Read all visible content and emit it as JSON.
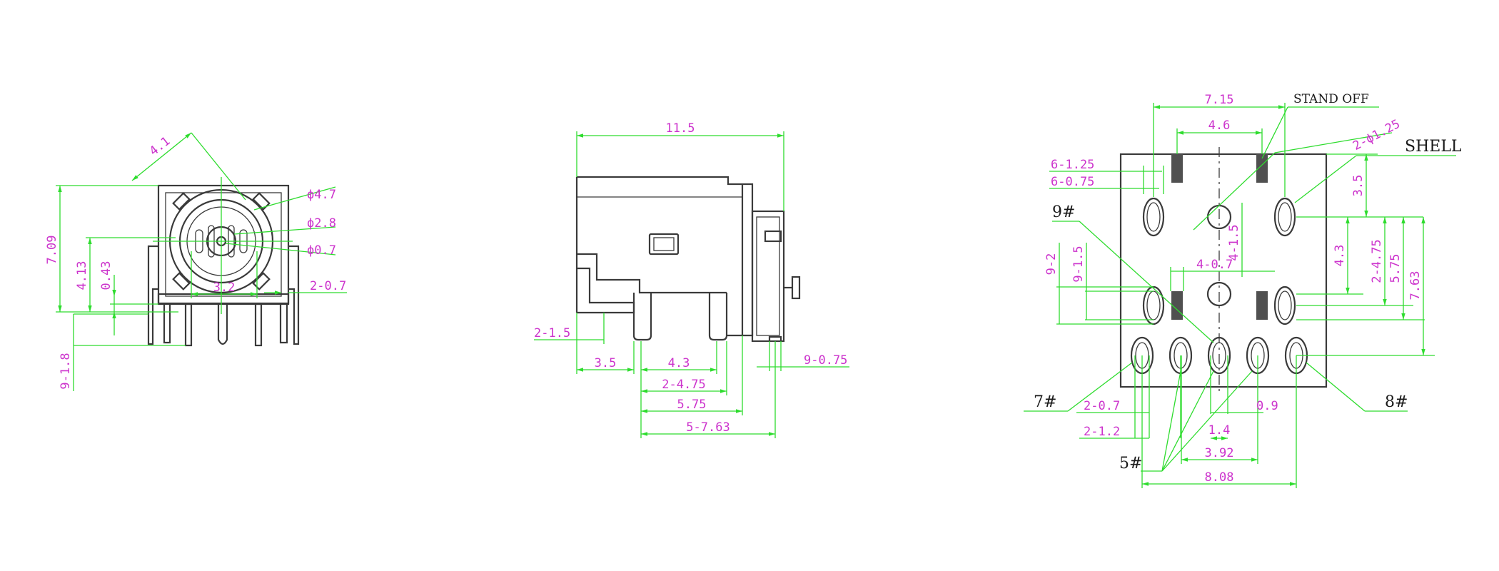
{
  "colors": {
    "outline": "#3a3a3a",
    "dimension_line": "#2edc2e",
    "dimension_text": "#cc33cc",
    "callout_text": "#1a1a1a"
  },
  "front_view": {
    "d_4_1": "4.1",
    "d_7_09": "7.09",
    "d_4_13": "4.13",
    "d_0_43": "0.43",
    "d_phi47": "ϕ4.7",
    "d_phi28": "ϕ2.8",
    "d_phi07": "ϕ0.7",
    "d_3_2": "3.2",
    "d_2_07": "2-0.7",
    "d_9_18": "9-1.8"
  },
  "side_view": {
    "d_11_5": "11.5",
    "d_2_15": "2-1.5",
    "d_3_5": "3.5",
    "d_4_3": "4.3",
    "d_2_475": "2-4.75",
    "d_5_75": "5.75",
    "d_5_763": "5-7.63",
    "d_9_075": "9-0.75"
  },
  "footprint": {
    "d_7_15": "7.15",
    "stand_off": "STAND OFF",
    "d_4_6": "4.6",
    "d_2phi125": "2-ϕ1.25",
    "shell": "SHELL",
    "d_6_125": "6-1.25",
    "d_6_075": "6-0.75",
    "d_3_5": "3.5",
    "pin9": "9#",
    "d_4_15": "4-1.5",
    "d_4_07": "4-0.7",
    "d_4_3": "4.3",
    "d_2_475": "2-4.75",
    "d_5_75": "5.75",
    "d_7_63": "7.63",
    "d_9_2": "9-2",
    "d_9_15": "9-1.5",
    "pin7": "7#",
    "pin8": "8#",
    "d_2_07": "2-0.7",
    "d_0_9": "0.9",
    "d_1_4": "1.4",
    "d_2_12": "2-1.2",
    "d_3_92": "3.92",
    "pin5": "5#",
    "d_8_08": "8.08"
  }
}
